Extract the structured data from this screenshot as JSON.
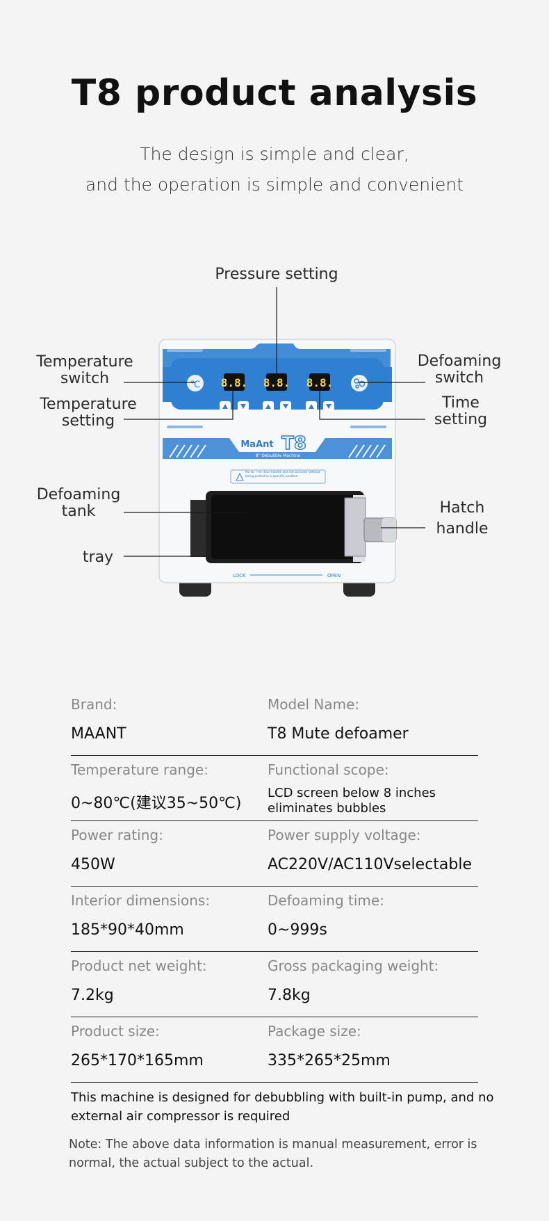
{
  "header": {
    "title": "T8 product analysis",
    "subtitle_line1": "The design is simple and clear,",
    "subtitle_line2": "and the operation is simple and convenient"
  },
  "diagram": {
    "labels": {
      "pressure_setting": "Pressure setting",
      "temperature_switch_1": "Temperature",
      "temperature_switch_2": "switch",
      "temperature_setting_1": "Temperature",
      "temperature_setting_2": "setting",
      "defoaming_switch_1": "Defoaming",
      "defoaming_switch_2": "switch",
      "time_setting_1": "Time",
      "time_setting_2": "setting",
      "defoaming_tank_1": "Defoaming",
      "defoaming_tank_2": "tank",
      "tray": "tray",
      "hatch_handle_1": "Hatch",
      "hatch_handle_2": "handle"
    },
    "machine": {
      "display_readout": "8.8.",
      "logo_text": "T8",
      "logo_brand": "MaAnt",
      "logo_sub": "8\" Debubble Machine",
      "note_text": "NOTE: The door handle will not activate without being pulled to a specific position",
      "lock_label": "LOCK",
      "open_label": "OPEN"
    },
    "colors": {
      "panel_blue": "#2f7fd2",
      "body": "#f7f8fa"
    }
  },
  "specs": [
    {
      "left_key": "Brand:",
      "left_value": "MAANT",
      "right_key": "Model Name:",
      "right_value": "T8 Mute defoamer"
    },
    {
      "left_key": "Temperature range:",
      "left_value": "0~80℃(建议35~50℃)",
      "right_key": "Functional scope:",
      "right_value": "LCD screen below 8 inches eliminates bubbles"
    },
    {
      "left_key": "Power rating:",
      "left_value": "450W",
      "right_key": "Power supply voltage:",
      "right_value": "AC220V/AC110Vselectable"
    },
    {
      "left_key": "Interior dimensions:",
      "left_value": "185*90*40mm",
      "right_key": "Defoaming time:",
      "right_value": "0~999s"
    },
    {
      "left_key": "Product net weight:",
      "left_value": "7.2kg",
      "right_key": "Gross packaging weight:",
      "right_value": "7.8kg"
    },
    {
      "left_key": "Product size:",
      "left_value": "265*170*165mm",
      "right_key": "Package size:",
      "right_value": "335*265*25mm"
    }
  ],
  "notes": {
    "pump": "This machine is designed for debubbling with built-in pump, and no external air compressor is required",
    "disclaimer": "Note: The above data information is manual measurement, error is normal, the actual subject to the actual."
  }
}
